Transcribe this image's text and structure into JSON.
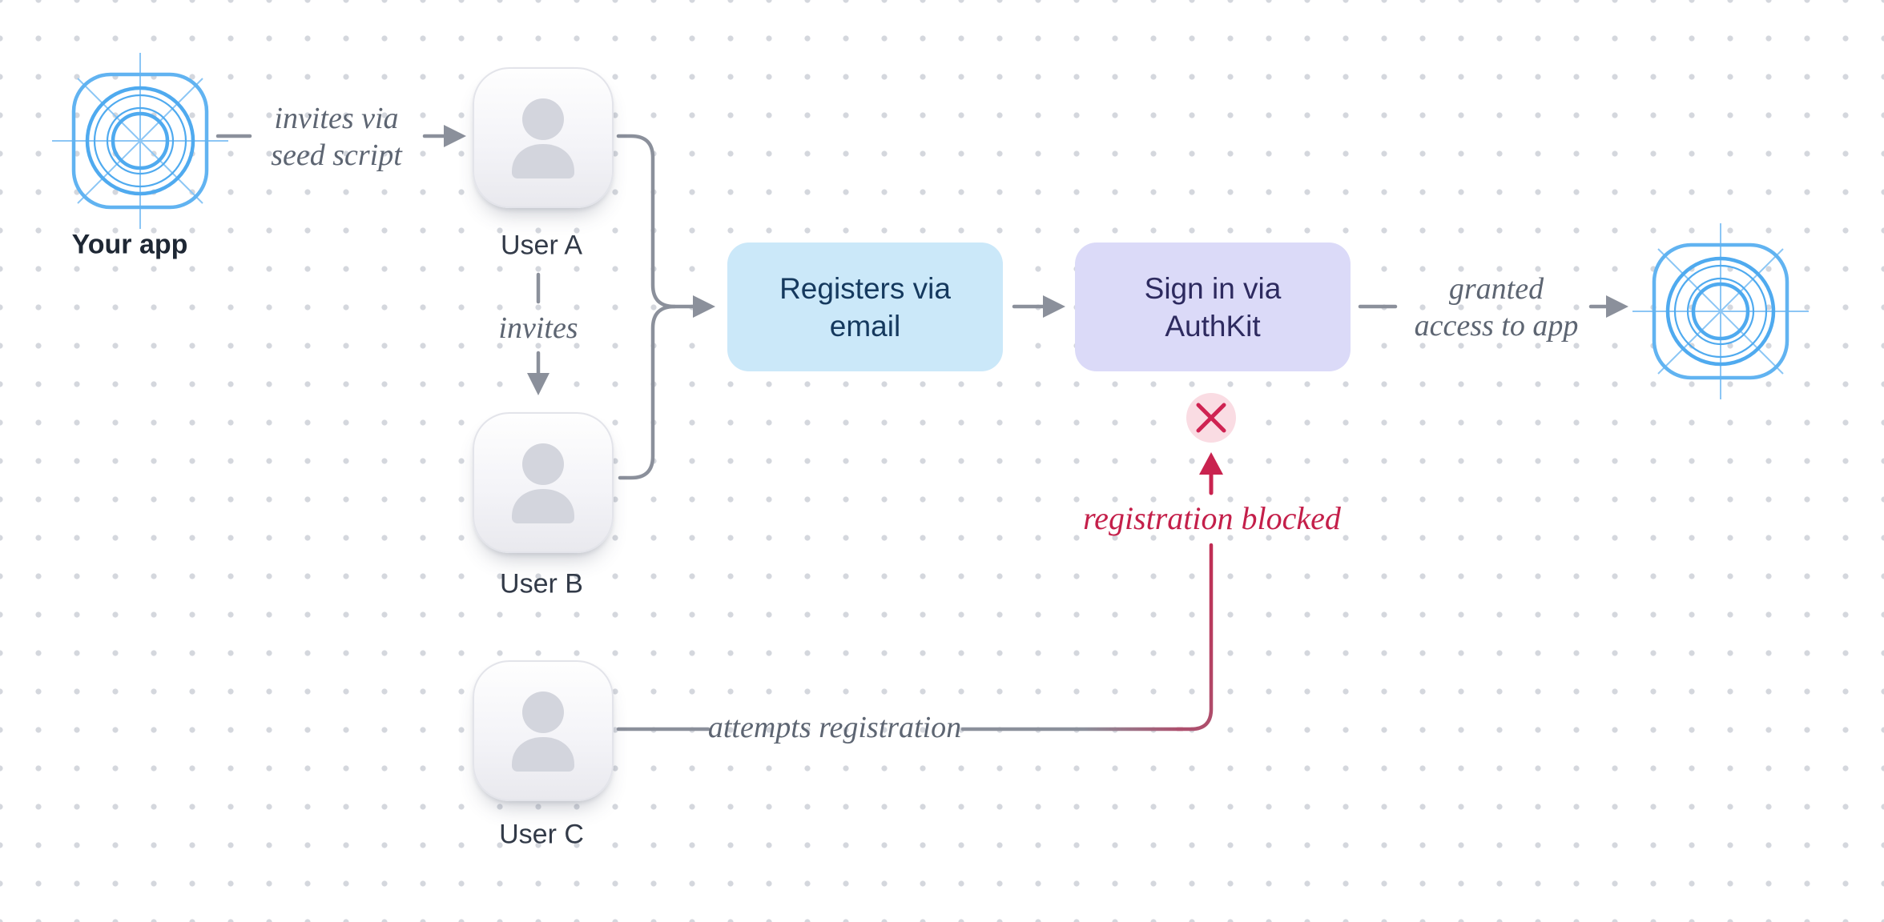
{
  "diagram": {
    "nodes": {
      "your_app": {
        "label": "Your app",
        "icon": "app-blueprint-icon"
      },
      "user_a": {
        "label": "User A",
        "icon": "person-icon"
      },
      "user_b": {
        "label": "User B",
        "icon": "person-icon"
      },
      "user_c": {
        "label": "User C",
        "icon": "person-icon"
      },
      "register_step": {
        "label": "Registers via\nemail",
        "bg": "#cbe8f9",
        "text_color": "#15395e"
      },
      "signin_step": {
        "label": "Sign in via\nAuthKit",
        "bg": "#dbdaf8",
        "text_color": "#2d2a5f"
      },
      "app_granted": {
        "label": "",
        "icon": "app-blueprint-icon"
      }
    },
    "annotations": {
      "invite_seed": {
        "label": "invites via\nseed script"
      },
      "invites": {
        "label": "invites"
      },
      "granted": {
        "label": "granted\naccess to app"
      },
      "attempts": {
        "label": "attempts registration"
      },
      "blocked": {
        "label": "registration blocked",
        "color": "#c41f4a"
      }
    },
    "colors": {
      "connector_gray": "#8b909b",
      "blueprint_blue": "#55aeef",
      "blocked_crimson": "#c9234f",
      "blocked_rose": "#ad4f6d",
      "x_badge_bg": "#fadce3",
      "dot_grid": "#d4d7dd",
      "label_text": "#323a48",
      "annotation_text": "#5d6572"
    }
  }
}
